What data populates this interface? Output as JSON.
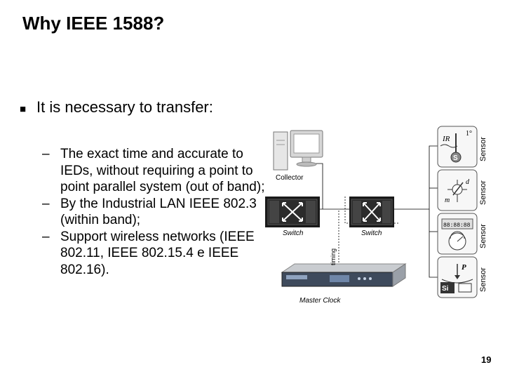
{
  "slide": {
    "title": "Why IEEE 1588?",
    "bullet": "It is necessary to transfer:",
    "subpoints": [
      {
        "dash": "–",
        "text": "The exact time and accurate to IEDs, without requiring a point to point parallel system (out of band);"
      },
      {
        "dash": "–",
        "text": "By the Industrial LAN IEEE 802.3 (within band);"
      },
      {
        "dash": "–",
        "text": "Support wireless networks (IEEE 802.11, IEEE 802.15.4 e IEEE 802.16)."
      }
    ],
    "page_number": "19"
  },
  "diagram": {
    "collector_label": "Collector",
    "switch_labels": [
      "Switch",
      "Switch"
    ],
    "timing_label": "timing",
    "master_clock_label": "Master Clock",
    "sensor_labels": [
      "Sensor",
      "Sensor",
      "Sensor",
      "Sensor"
    ],
    "sensor_glyphs": {
      "ir": "IR",
      "degree": "1°",
      "s": "S",
      "d": "d",
      "m": "m",
      "p": "P",
      "si": "Si",
      "display": "88:88:88"
    }
  }
}
